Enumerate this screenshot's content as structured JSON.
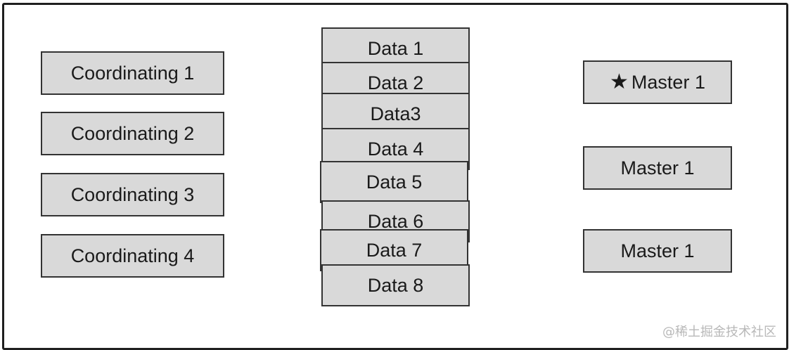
{
  "coordinating_nodes": [
    "Coordinating 1",
    "Coordinating 2",
    "Coordinating 3",
    "Coordinating 4"
  ],
  "data_nodes": [
    "Data 1",
    "Data 2",
    "Data3",
    "Data 4",
    "Data 5",
    "Data 6",
    "Data 7",
    "Data 8"
  ],
  "master_nodes": [
    {
      "label": "Master 1",
      "elected": true
    },
    {
      "label": "Master 1",
      "elected": false
    },
    {
      "label": "Master 1",
      "elected": false
    }
  ],
  "star_symbol": "★",
  "watermark": "@稀土掘金技术社区"
}
